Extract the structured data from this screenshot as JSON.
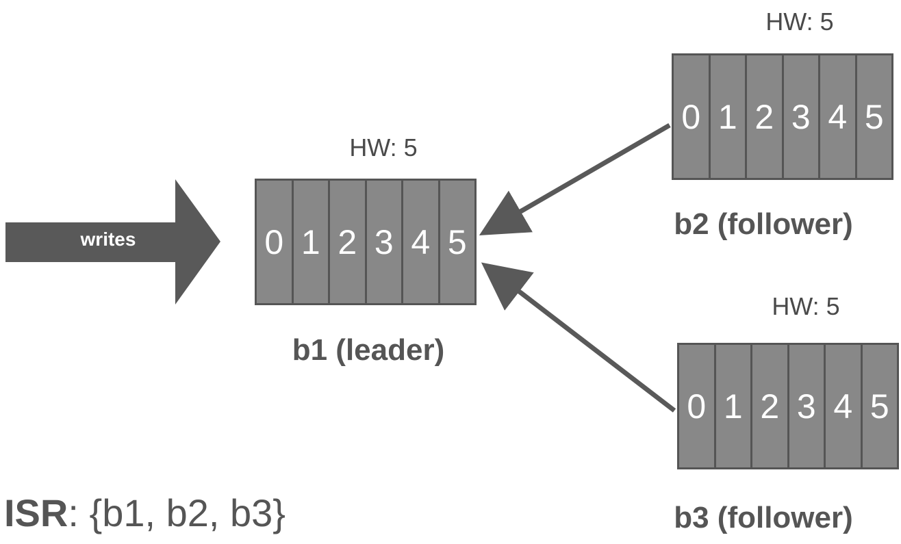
{
  "writes": {
    "label": "writes"
  },
  "brokers": {
    "b1": {
      "label": "b1 (leader)",
      "hw": "HW: 5",
      "offsets": [
        "0",
        "1",
        "2",
        "3",
        "4",
        "5"
      ]
    },
    "b2": {
      "label": "b2 (follower)",
      "hw": "HW: 5",
      "offsets": [
        "0",
        "1",
        "2",
        "3",
        "4",
        "5"
      ]
    },
    "b3": {
      "label": "b3 (follower)",
      "hw": "HW: 5",
      "offsets": [
        "0",
        "1",
        "2",
        "3",
        "4",
        "5"
      ]
    }
  },
  "isr": {
    "key": "ISR",
    "separator": ": ",
    "value": "{b1, b2, b3}"
  },
  "colors": {
    "cell_fill": "#888888",
    "border": "#555555",
    "arrow": "#595959",
    "text": "#555555"
  }
}
